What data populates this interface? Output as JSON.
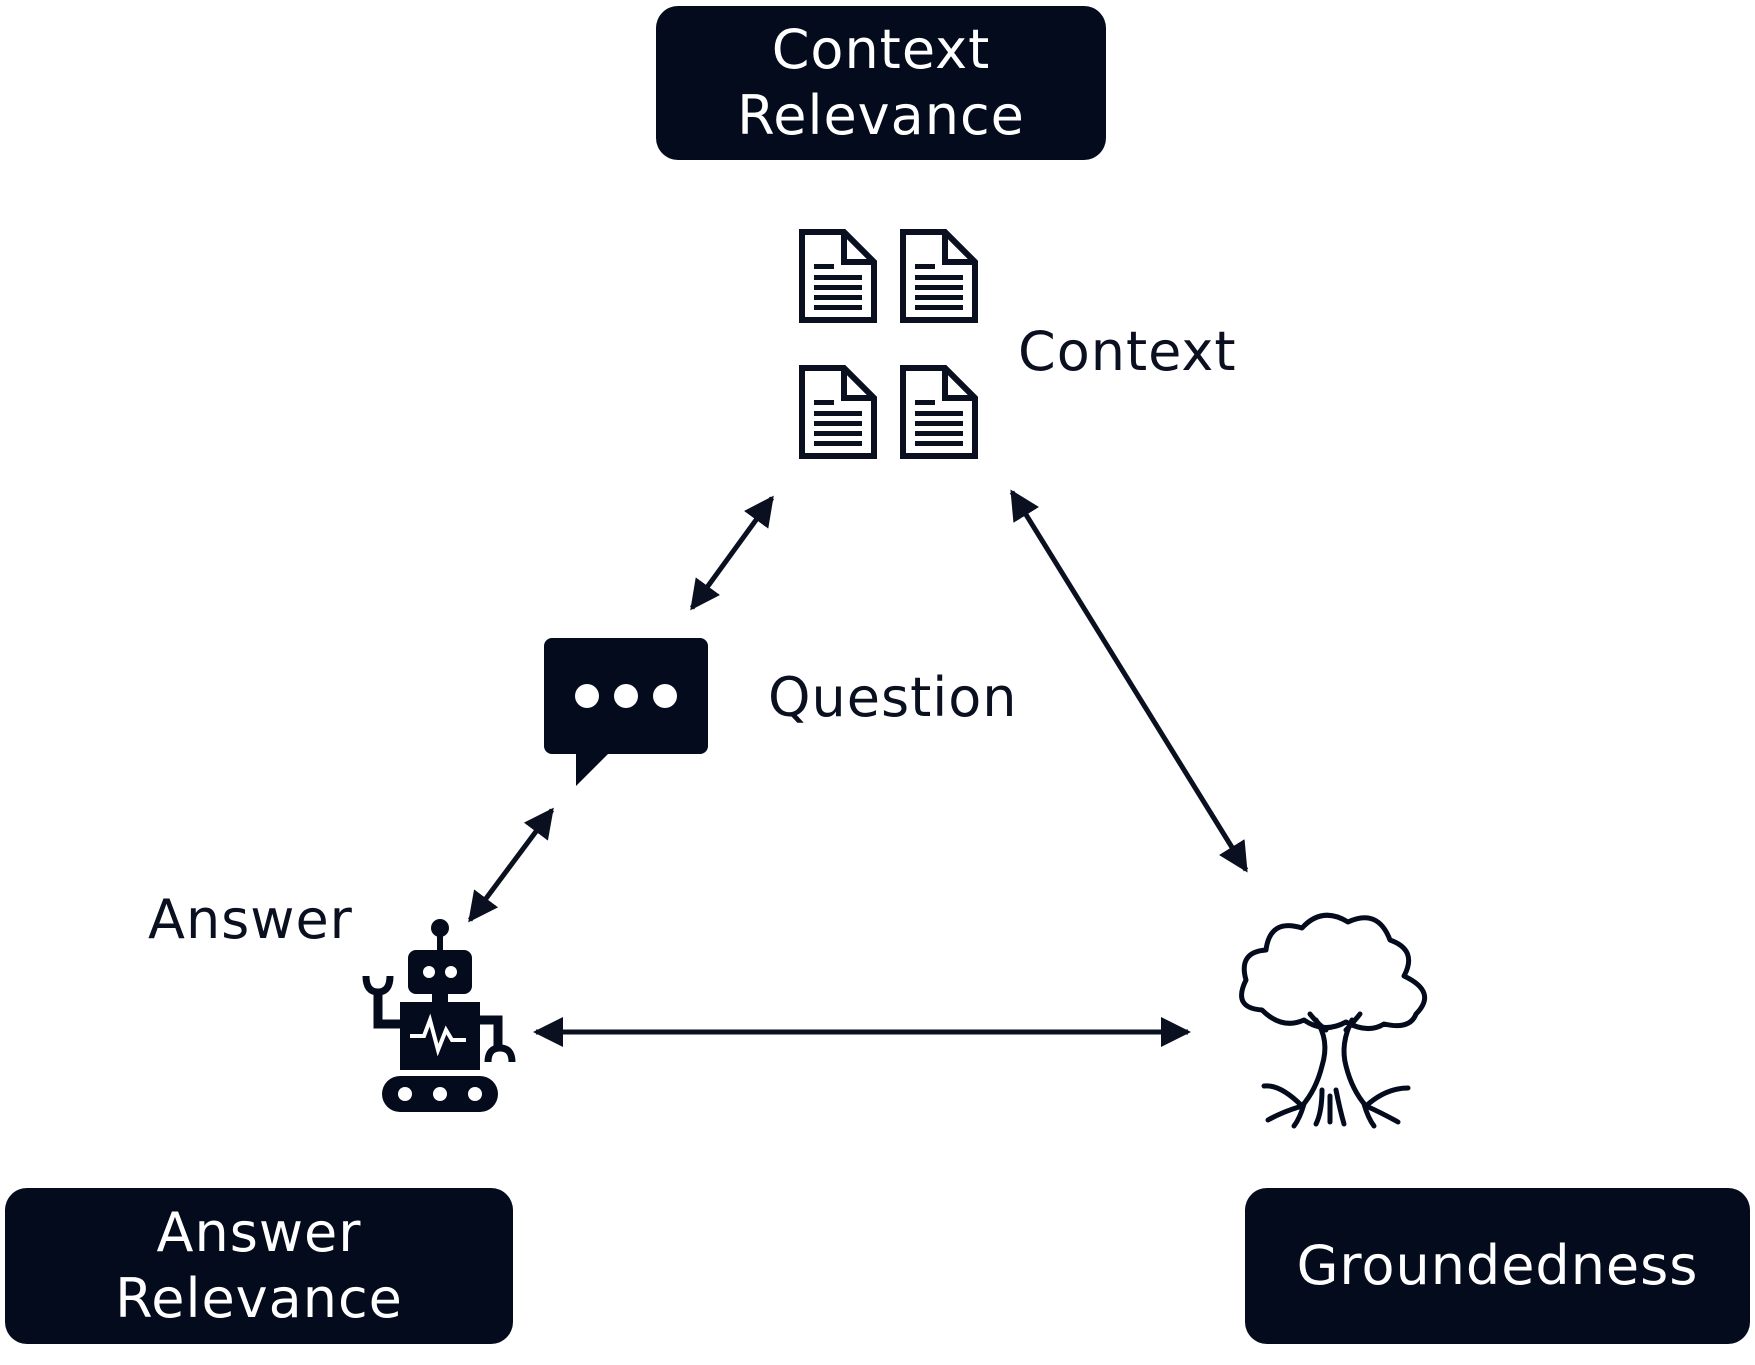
{
  "boxes": {
    "context_relevance": {
      "line1": "Context",
      "line2": "Relevance"
    },
    "answer_relevance": {
      "line1": "Answer",
      "line2": "Relevance"
    },
    "groundedness": {
      "line1": "Groundedness"
    }
  },
  "labels": {
    "context": "Context",
    "question": "Question",
    "answer": "Answer"
  },
  "colors": {
    "dark": "#040b1d",
    "background": "#ffffff"
  },
  "icons": [
    "document-icon",
    "speech-bubble-icon",
    "robot-icon",
    "tree-icon"
  ]
}
